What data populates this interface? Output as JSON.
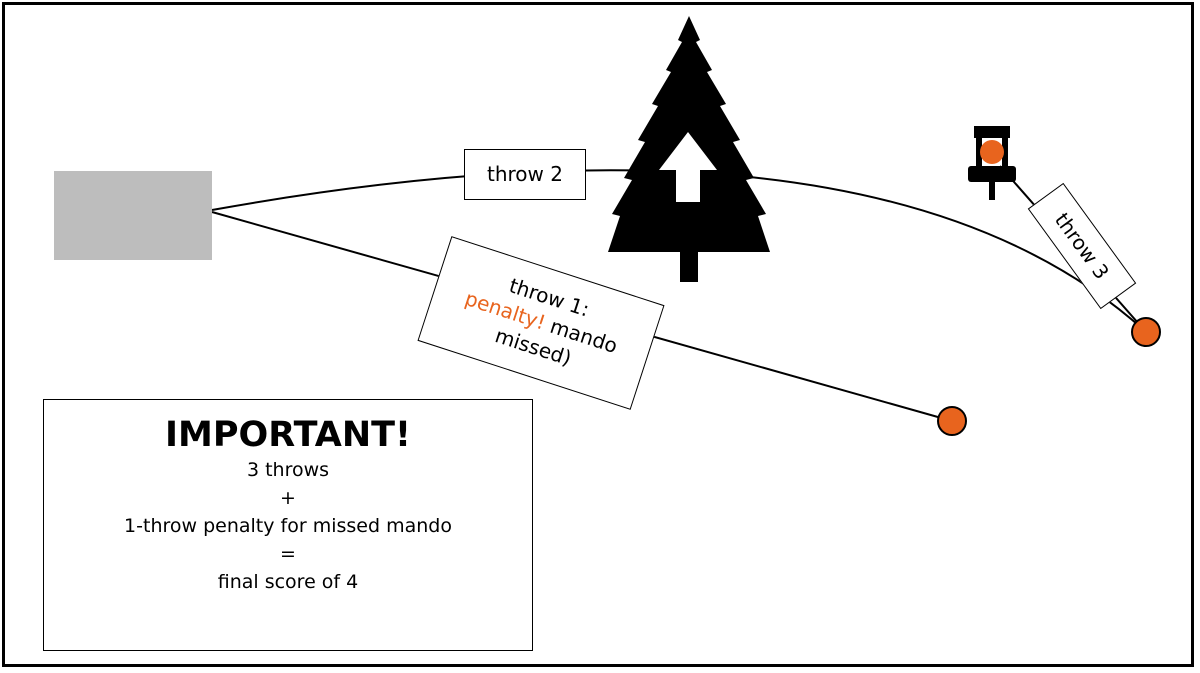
{
  "labels": {
    "throw2": "throw 2",
    "throw1_line1": "throw 1:",
    "throw1_penalty": "penalty!",
    "throw1_rest": " mando",
    "throw1_line3": "missed)",
    "throw3": "throw 3"
  },
  "important": {
    "title": "IMPORTANT!",
    "lines": [
      "3 throws",
      "+",
      "1-throw penalty for missed mando",
      "=",
      "final score of 4"
    ]
  },
  "colors": {
    "accent": "#e8641e",
    "tee": "#bdbdbd",
    "ink": "#000000"
  },
  "icons": {
    "tree": "tree-icon",
    "mando_arrow": "arrow-up-icon",
    "basket": "disc-golf-basket-icon",
    "disc": "disc-icon"
  }
}
